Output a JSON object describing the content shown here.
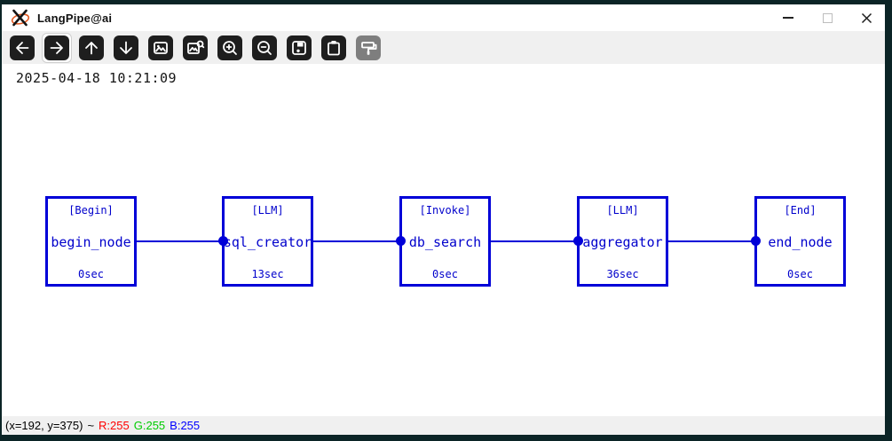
{
  "window": {
    "title": "LangPipe@ai"
  },
  "toolbar": {
    "buttons": [
      {
        "name": "nav-left-button",
        "icon": "arrow-left-icon",
        "selected": false,
        "disabled": false
      },
      {
        "name": "nav-right-button",
        "icon": "arrow-right-icon",
        "selected": true,
        "disabled": false
      },
      {
        "name": "nav-up-button",
        "icon": "arrow-up-icon",
        "selected": false,
        "disabled": false
      },
      {
        "name": "nav-down-button",
        "icon": "arrow-down-icon",
        "selected": false,
        "disabled": false
      },
      {
        "name": "image-button",
        "icon": "image-icon",
        "selected": false,
        "disabled": false
      },
      {
        "name": "image-search-button",
        "icon": "image-search-icon",
        "selected": false,
        "disabled": false
      },
      {
        "name": "zoom-in-button",
        "icon": "zoom-in-icon",
        "selected": false,
        "disabled": false
      },
      {
        "name": "zoom-out-button",
        "icon": "zoom-out-icon",
        "selected": false,
        "disabled": false
      },
      {
        "name": "save-button",
        "icon": "save-icon",
        "selected": false,
        "disabled": false
      },
      {
        "name": "clipboard-button",
        "icon": "clipboard-icon",
        "selected": false,
        "disabled": false
      },
      {
        "name": "paint-button",
        "icon": "paint-roller-icon",
        "selected": false,
        "disabled": true
      }
    ]
  },
  "canvas": {
    "timestamp": "2025-04-18 10:21:09"
  },
  "pipeline": {
    "accent_color": "#0000d8",
    "text_color": "#0000cc",
    "nodes": [
      {
        "type": "[Begin]",
        "name": "begin_node",
        "time": "0sec",
        "input_dot": false
      },
      {
        "type": "[LLM]",
        "name": "sql_creator",
        "time": "13sec",
        "input_dot": true
      },
      {
        "type": "[Invoke]",
        "name": "db_search",
        "time": "0sec",
        "input_dot": true
      },
      {
        "type": "[LLM]",
        "name": "aggregator",
        "time": "36sec",
        "input_dot": true
      },
      {
        "type": "[End]",
        "name": "end_node",
        "time": "0sec",
        "input_dot": true
      }
    ]
  },
  "statusbar": {
    "position": "(x=192, y=375)",
    "separator": "~",
    "r_label": "R:255",
    "g_label": "G:255",
    "b_label": "B:255",
    "colors": {
      "r": "#ff0000",
      "g": "#00cc00",
      "b": "#0000ff",
      "plain": "#000000"
    }
  }
}
